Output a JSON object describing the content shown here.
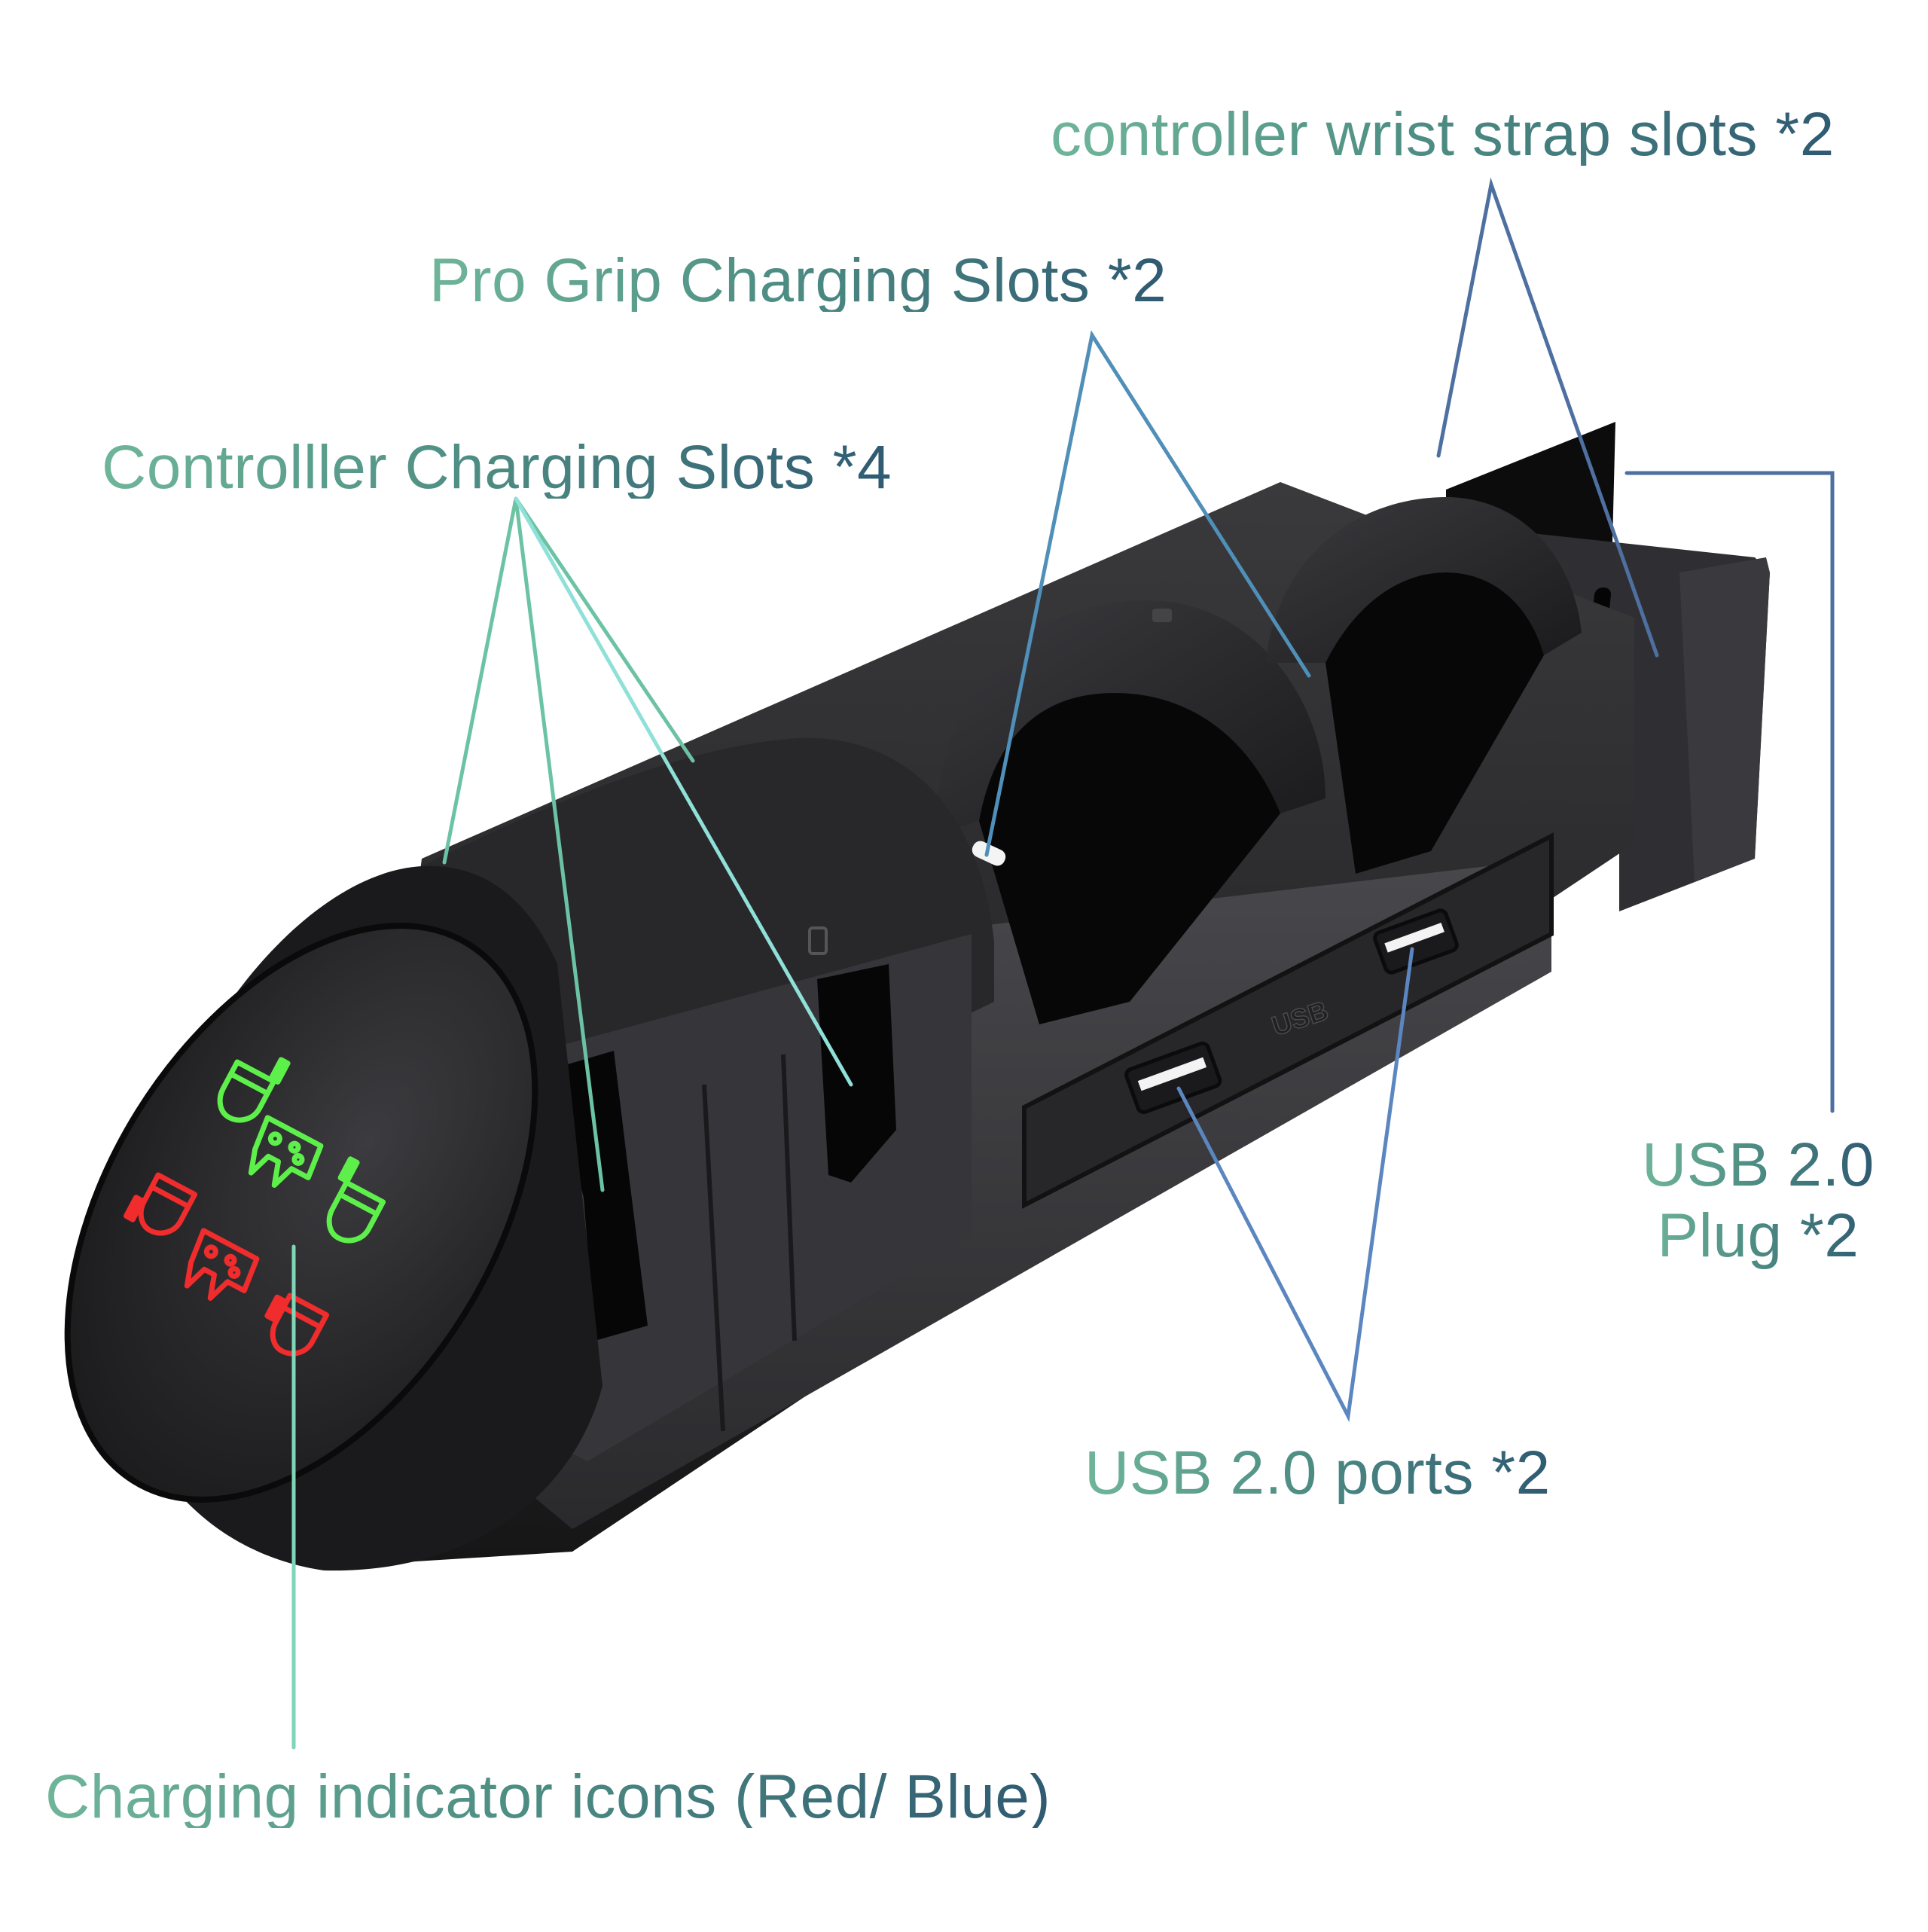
{
  "diagram": {
    "subject": "Switch controller charging dock",
    "colors": {
      "background": "#ffffff",
      "body_dark": "#1c1c1e",
      "body_mid": "#2e2e31",
      "body_light": "#4a4a4e",
      "label_gradient_start": "#6fb59a",
      "label_gradient_end": "#2f5a72",
      "leader_green": "#6cc3a4",
      "leader_cyan": "#9ae6e6",
      "leader_blue": "#5b86c0",
      "indicator_green": "#5ef04a",
      "indicator_red": "#f02c2c"
    },
    "labels": {
      "wrist_strap": "controller wrist strap slots *2",
      "pro_grip": "Pro Grip Charging Slots *2",
      "controller_slots": "Controlller Charging Slots *4",
      "usb_plug_line1": "USB 2.0",
      "usb_plug_line2": "Plug *2",
      "usb_ports": "USB 2.0 ports *2",
      "indicator_icons": "Charging indicator icons (Red/ Blue)"
    },
    "embossed_text": {
      "usb_mark": "USB"
    },
    "indicator_icons": [
      {
        "type": "joycon-left",
        "color": "green"
      },
      {
        "type": "pro-controller",
        "color": "green"
      },
      {
        "type": "joycon-right",
        "color": "green"
      },
      {
        "type": "joycon-left",
        "color": "red"
      },
      {
        "type": "pro-controller",
        "color": "red"
      },
      {
        "type": "joycon-right",
        "color": "red"
      }
    ]
  }
}
